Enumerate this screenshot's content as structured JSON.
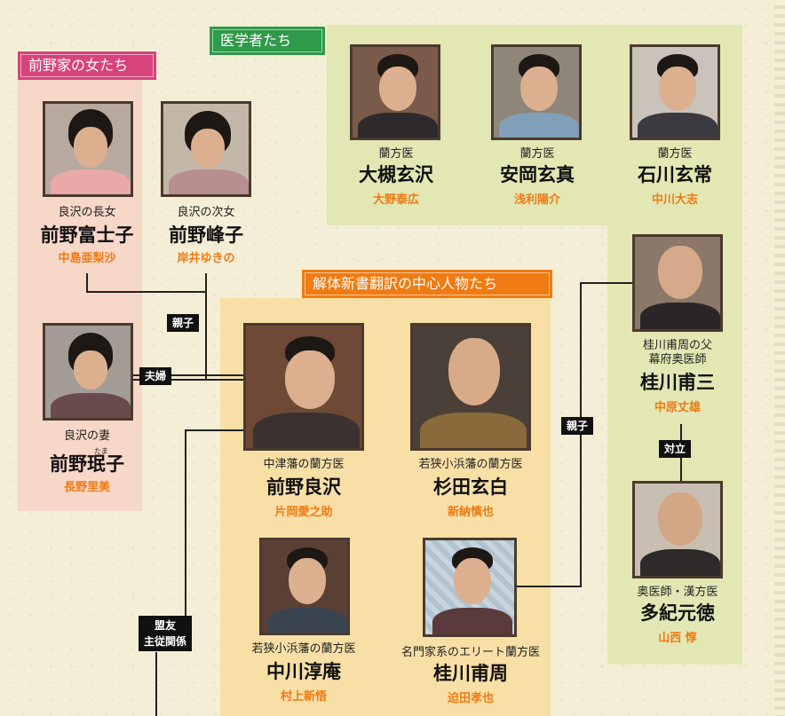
{
  "groups": {
    "women": "前野家の女たち",
    "doctors": "医学者たち",
    "central": "解体新書翻訳の中心人物たち"
  },
  "characters": [
    {
      "id": "fujiko",
      "role": "良沢の長女",
      "name": "前野富士子",
      "actor": "中島亜梨沙"
    },
    {
      "id": "mineko",
      "role": "良沢の次女",
      "name": "前野峰子",
      "actor": "岸井ゆきの"
    },
    {
      "id": "tamako",
      "role": "良沢の妻",
      "name": "前野珉子",
      "name_ruby": "たま",
      "actor": "長野里美"
    },
    {
      "id": "otsuki",
      "role": "蘭方医",
      "name": "大槻玄沢",
      "actor": "大野泰広"
    },
    {
      "id": "yasuoka",
      "role": "蘭方医",
      "name": "安岡玄真",
      "actor": "浅利陽介"
    },
    {
      "id": "ishikawa",
      "role": "蘭方医",
      "name": "石川玄常",
      "actor": "中川大志"
    },
    {
      "id": "hosan",
      "role": "桂川甫周の父\n幕府奥医師",
      "name": "桂川甫三",
      "actor": "中原丈雄"
    },
    {
      "id": "ryotaku",
      "role": "中津藩の蘭方医",
      "name": "前野良沢",
      "actor": "片岡愛之助"
    },
    {
      "id": "genpaku",
      "role": "若狭小浜藩の蘭方医",
      "name": "杉田玄白",
      "actor": "新納慎也"
    },
    {
      "id": "junan",
      "role": "若狭小浜藩の蘭方医",
      "name": "中川淳庵",
      "actor": "村上新悟"
    },
    {
      "id": "hoshu",
      "role": "名門家系のエリート蘭方医",
      "name": "桂川甫周",
      "actor": "迫田孝也"
    },
    {
      "id": "taki",
      "role": "奥医師・漢方医",
      "name": "多紀元徳",
      "actor": "山西 惇"
    }
  ],
  "relations": {
    "parent_child_1": "親子",
    "couple": "夫婦",
    "parent_child_2": "親子",
    "rivalry": "対立",
    "alliance": "盟友\n主従関係"
  },
  "colors": {
    "women_panel": "#f7d7c8",
    "women_tag": "#d7437a",
    "doctors_panel": "#e3e7b4",
    "doctors_tag": "#2f9a49",
    "central_panel": "#f8dfa6",
    "central_tag": "#ef7b12",
    "actor_text": "#ee7a14"
  }
}
